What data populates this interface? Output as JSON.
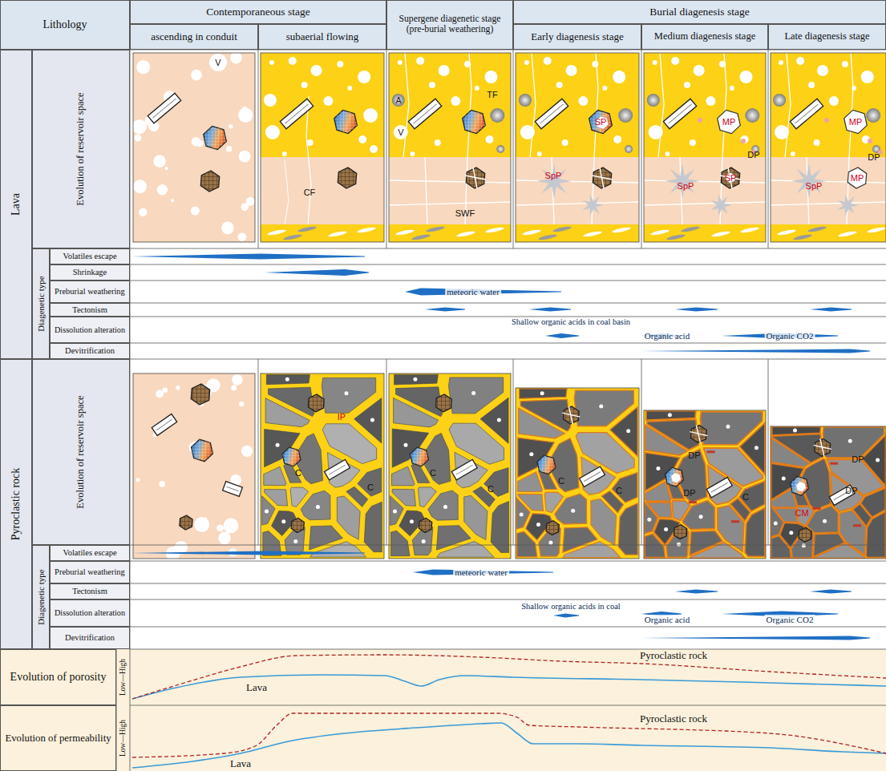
{
  "diagram": {
    "nodes": [
      {
        "text": [
          "Lithology"
        ]
      },
      {
        "text": [
          "Contemporaneous stage"
        ]
      },
      {
        "text": [
          "ascending in conduit"
        ]
      },
      {
        "text": [
          "subaerial flowing"
        ]
      },
      {
        "text": [
          "Supergene diagenetic stage (pre-burial weathering)"
        ]
      },
      {
        "text": [
          "Burial diagenesis stage"
        ]
      },
      {
        "text": [
          "Early diagenesis stage"
        ]
      },
      {
        "text": [
          "Medium diagenesis stage"
        ]
      },
      {
        "text": [
          "Late diagenesis stage"
        ]
      },
      {
        "text": [
          "Lava"
        ]
      },
      {
        "text": [
          "Evolution of reservoir space"
        ]
      },
      {
        "text": [
          "Diagenetic type"
        ]
      },
      {
        "text": [
          "Volatiles escape"
        ]
      },
      {
        "text": [
          "Shrinkage"
        ]
      },
      {
        "text": [
          "Preburial weathering"
        ]
      },
      {
        "text": [
          "Tectonism"
        ]
      },
      {
        "text": [
          "Dissolution alteration"
        ]
      },
      {
        "text": [
          "Devitrification"
        ]
      },
      {
        "text": [
          "Pyroclastic rock"
        ]
      },
      {
        "text": [
          "Evolution of reservoir space"
        ]
      },
      {
        "text": [
          "Diagenetic type"
        ]
      },
      {
        "text": [
          "Volatiles escape"
        ]
      },
      {
        "text": [
          "Preburial weathering"
        ]
      },
      {
        "text": [
          "Tectonism"
        ]
      },
      {
        "text": [
          "Dissolution alteration"
        ]
      },
      {
        "text": [
          "Devitrification"
        ]
      },
      {
        "text": [
          "Evolution of porosity"
        ]
      },
      {
        "text": [
          "Evolution of permeability"
        ]
      }
    ],
    "labels": [
      "V",
      "CF",
      "A",
      "V",
      "TF",
      "SWF",
      "SP",
      "SpP",
      "MP",
      "DP",
      "SpP",
      "SP",
      "MP",
      "DP",
      "SpP",
      "MP",
      "meteoric water",
      "Shallow organic acids in coal basin",
      "Organic acid",
      "Organic CO2",
      "IP",
      "C",
      "C",
      "C",
      "C",
      "C",
      "C",
      "DP",
      "DP",
      "C",
      "DP",
      "DP",
      "CM",
      "meteoric water",
      "Shallow organic acids in coal",
      "Organic acid",
      "Organic CO2",
      "Pyroclastic rock",
      "Lava",
      "Low—High",
      "Pyroclastic rock",
      "Lava",
      "Low—High"
    ]
  }
}
